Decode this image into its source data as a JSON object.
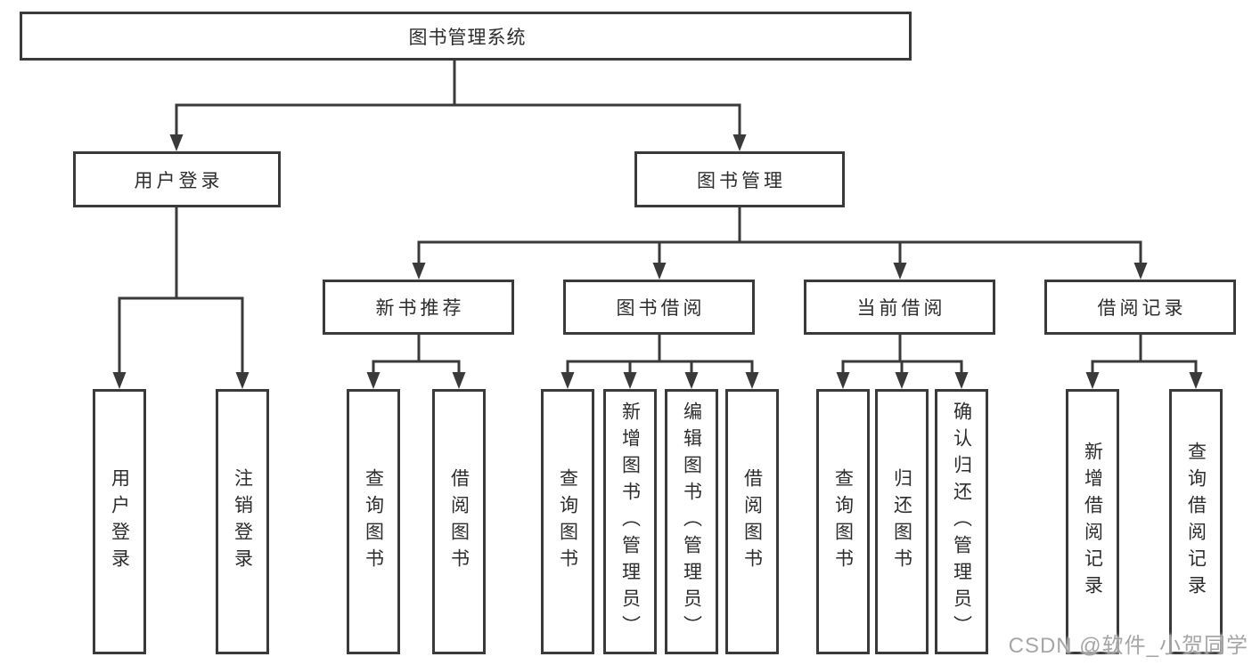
{
  "root": {
    "label": "图书管理系统"
  },
  "modules": {
    "user_login": {
      "label": "用户登录",
      "children": [
        {
          "label": "用户登录"
        },
        {
          "label": "注销登录"
        }
      ]
    },
    "book_management": {
      "label": "图书管理",
      "sections": [
        {
          "label": "新书推荐",
          "children": [
            {
              "label": "查询图书"
            },
            {
              "label": "借阅图书"
            }
          ]
        },
        {
          "label": "图书借阅",
          "children": [
            {
              "label": "查询图书"
            },
            {
              "label": "新增图书（管理员）"
            },
            {
              "label": "编辑图书（管理员）"
            },
            {
              "label": "借阅图书"
            }
          ]
        },
        {
          "label": "当前借阅",
          "children": [
            {
              "label": "查询图书"
            },
            {
              "label": "归还图书"
            },
            {
              "label": "确认归还（管理员）"
            }
          ]
        },
        {
          "label": "借阅记录",
          "children": [
            {
              "label": "新增借阅记录"
            },
            {
              "label": "查询借阅记录"
            }
          ]
        }
      ]
    }
  },
  "watermark": {
    "text": "CSDN @软件_小贺同学"
  },
  "colors": {
    "line": "#3a3a3a",
    "box_border": "#3a3a3a",
    "text": "#2d2d2d",
    "background": "#ffffff",
    "watermark": "#9a9a9a"
  }
}
